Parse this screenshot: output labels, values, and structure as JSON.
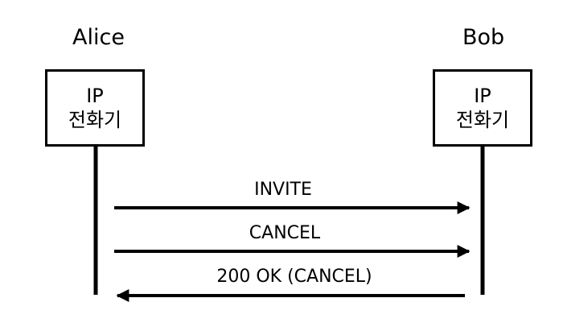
{
  "participants": {
    "alice": {
      "name": "Alice",
      "device_line1": "IP",
      "device_line2": "전화기"
    },
    "bob": {
      "name": "Bob",
      "device_line1": "IP",
      "device_line2": "전화기"
    }
  },
  "messages": [
    {
      "label": "INVITE",
      "direction": "alice-to-bob"
    },
    {
      "label": "CANCEL",
      "direction": "alice-to-bob"
    },
    {
      "label": "200 OK (CANCEL)",
      "direction": "bob-to-alice"
    }
  ]
}
